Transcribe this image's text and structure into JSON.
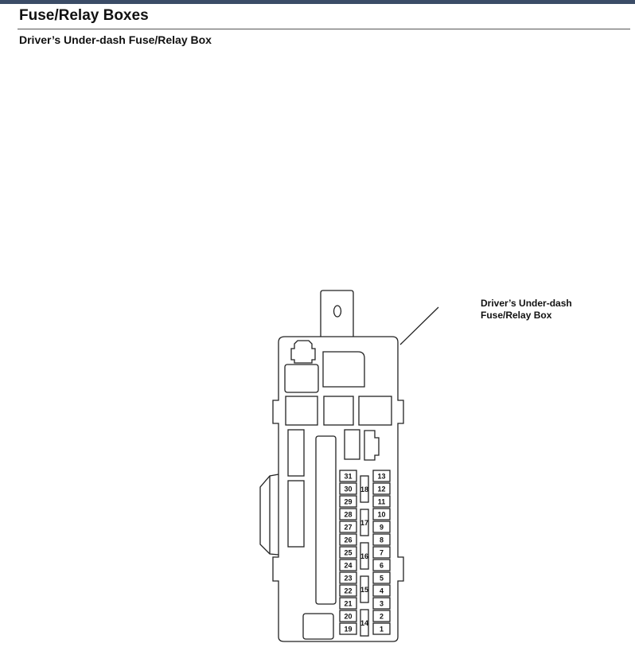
{
  "page": {
    "title": "Fuse/Relay Boxes",
    "section_title": "Driver’s Under-dash Fuse/Relay Box"
  },
  "colors": {
    "header_bar": "#3b4c67",
    "outline": "#222222"
  },
  "callout": {
    "line1": "Driver’s Under-dash",
    "line2": "Fuse/Relay Box"
  },
  "fuses": {
    "left_column": [
      "31",
      "30",
      "29",
      "28",
      "27",
      "26",
      "25",
      "24",
      "23",
      "22",
      "21",
      "20",
      "19"
    ],
    "middle_column": [
      "18",
      "17",
      "16",
      "15",
      "14"
    ],
    "right_column": [
      "13",
      "12",
      "11",
      "10",
      "9",
      "8",
      "7",
      "6",
      "5",
      "4",
      "3",
      "2",
      "1"
    ]
  }
}
